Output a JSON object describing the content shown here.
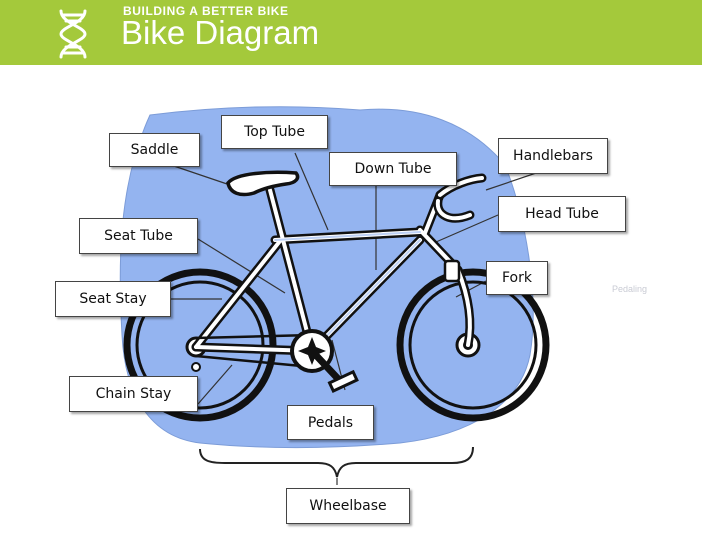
{
  "header": {
    "kicker": "BUILDING A BETTER BIKE",
    "title": "Bike Diagram",
    "logo_icon": "dna-icon",
    "bg_color": "#a4c93b"
  },
  "diagram": {
    "blob_color": "#94b4f0",
    "labels": {
      "saddle": "Saddle",
      "top_tube": "Top Tube",
      "down_tube": "Down Tube",
      "handlebars": "Handlebars",
      "head_tube": "Head Tube",
      "seat_tube": "Seat Tube",
      "fork": "Fork",
      "seat_stay": "Seat Stay",
      "chain_stay": "Chain Stay",
      "pedals": "Pedals",
      "wheelbase": "Wheelbase"
    },
    "watermark": "Pedaling"
  }
}
